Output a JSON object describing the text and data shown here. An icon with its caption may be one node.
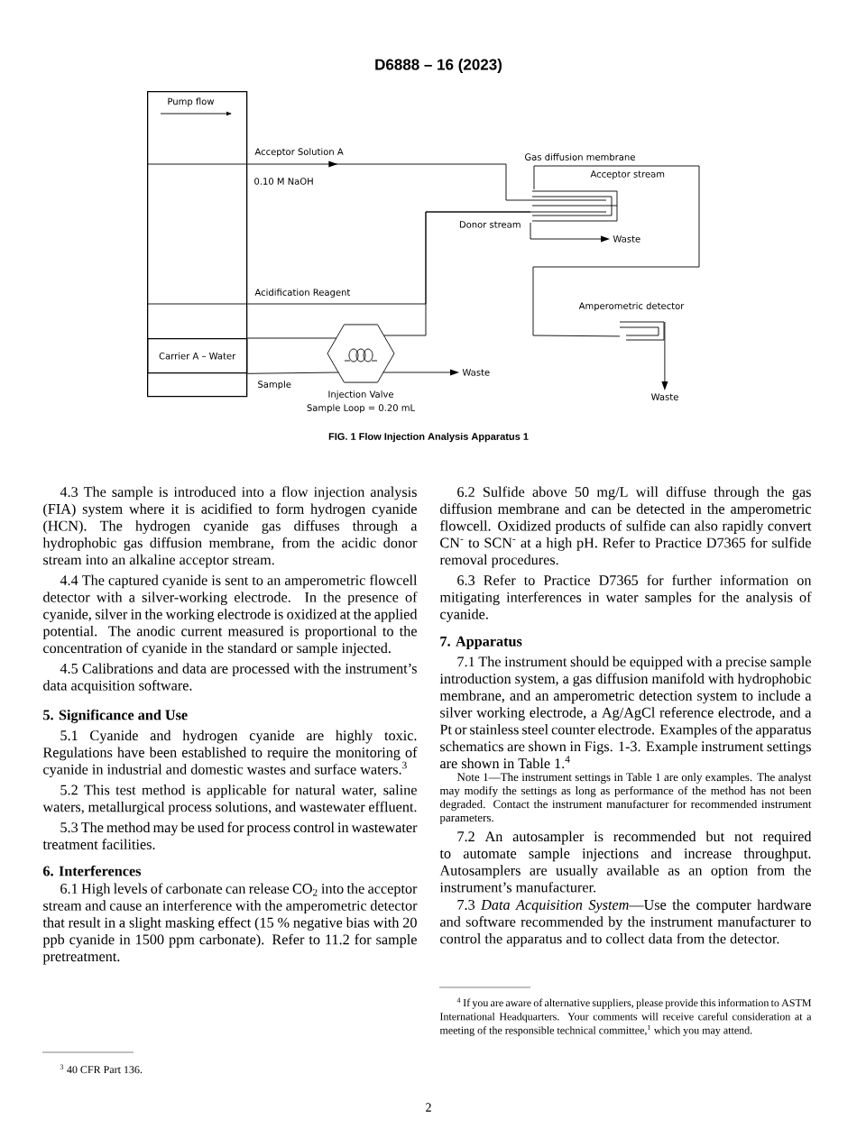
{
  "diagram": {
    "title": "D6888 – 16 (2023)",
    "caption": "FIG. 1 Flow Injection Analysis Apparatus 1",
    "nodes": [
      {
        "text": [
          "Pump flow"
        ]
      },
      {
        "text": [
          "Carrier A – Water"
        ],
        "in": 0
      },
      {
        "text": [],
        "shape": "hexagon",
        "beside": [
          "Injection Valve",
          "Sample Loop =  0.20 mL"
        ]
      },
      {
        "text": [],
        "shape": "picture",
        "beside": [
          "Gas diffusion membrane"
        ]
      },
      {
        "text": [
          "Waste"
        ]
      },
      {
        "text": [
          "Waste"
        ]
      },
      {
        "text": [],
        "shape": "picture",
        "beside": [
          "Amperometric detector"
        ]
      },
      {
        "text": [
          "Waste"
        ]
      }
    ],
    "edges": [
      {
        "from": 0,
        "to": 3,
        "arrow": "to",
        "label": "Acceptor Solution A"
      },
      {
        "from": 0,
        "to": 3,
        "arrow": "none",
        "label": "Acidification Reagent"
      },
      {
        "from": 1,
        "to": 2,
        "arrow": "none"
      },
      {
        "from": 0,
        "to": 2,
        "arrow": "none",
        "label": "Sample"
      },
      {
        "from": 2,
        "to": 4,
        "arrow": "to"
      },
      {
        "from": 2,
        "to": 3,
        "arrow": "none"
      },
      {
        "from": 3,
        "to": 5,
        "arrow": "to"
      },
      {
        "from": 3,
        "to": 6,
        "arrow": "none"
      },
      {
        "from": 6,
        "to": 7,
        "arrow": "to"
      }
    ],
    "labels": [
      "0.10 M NaOH",
      "Acceptor stream",
      "Donor stream",
      "4.3 The sample is introduced into a flow injection analysis (FIA) system where it is acidified to form hydrogen cyanide (HCN). The hydrogen cyanide gas diffuses through a hydrophobic gas diffusion membrane, from the acidic donor stream into an alkaline acceptor stream.",
      "4.4 The captured cyanide is sent to an amperometric flowcell detector with a silver-working electrode. In the presence of cyanide, silver in the working electrode is oxidized at the applied potential. The anodic current measured is proportional to the concentration of cyanide in the standard or sample injected.",
      "4.5 Calibrations and data are processed with the instrument’s data acquisition software.",
      "5. Significance and Use",
      "5.1 Cyanide and hydrogen cyanide are highly toxic. Regulations have been established to require the monitoring of cyanide in industrial and domestic wastes and surface waters.$^{3}$",
      "5.2 This test method is applicable for natural water, saline waters, metallurgical process solutions, and wastewater effluent.",
      "5.3 The method may be used for process control in wastewater treatment facilities.",
      "6. Interferences",
      "6.1 High levels of carbonate can release CO$_{2}$ into the acceptor stream and cause an interference with the amperometric detector that result in a slight masking effect (15 % negative bias with 20 ppb cyanide in 1500 ppm carbonate). Refer to 11.2 for sample pretreatment.",
      "$^{3}$ 40 CFR Part 136.",
      "6.2 Sulfide above 50 mg/L will diffuse through the gas diffusion membrane and can be detected in the amperometric flowcell. Oxidized products of sulfide can also rapidly convert CN$^{-}$ to SCN$^{-}$ at a high pH. Refer to Practice D7365 for sulfide removal procedures.",
      "6.3 Refer to Practice D7365 for further information on mitigating interferences in water samples for the analysis of cyanide.",
      "7. Apparatus",
      "7.1 The instrument should be equipped with a precise sample introduction system, a gas diffusion manifold with hydrophobic membrane, and an amperometric detection system to include a silver working electrode, a Ag/AgCl reference electrode, and a Pt or stainless steel counter electrode. Examples of the apparatus schematics are shown in Figs. 1-3. Example instrument settings are shown in Table 1.$^{4}$",
      "Note 1—The instrument settings in Table 1 are only examples. The analyst may modify the settings as long as performance of the method has not been degraded. Contact the instrument manufacturer for recommended instrument parameters.",
      "7.2 An autosampler is recommended but not required to automate sample injections and increase throughput. Autosamplers are usually available as an option from the instrument’s manufacturer.",
      "7.3 *Data Acquisition System*—Use the computer hardware and software recommended by the instrument manufacturer to control the apparatus and to collect data from the detector.",
      "$^{4}$ If you are aware of alternative suppliers, please provide this information to ASTM International Headquarters. Your comments will receive careful consideration at a meeting of the responsible technical committee,$^{1}$ which you may attend.",
      "2"
    ]
  }
}
